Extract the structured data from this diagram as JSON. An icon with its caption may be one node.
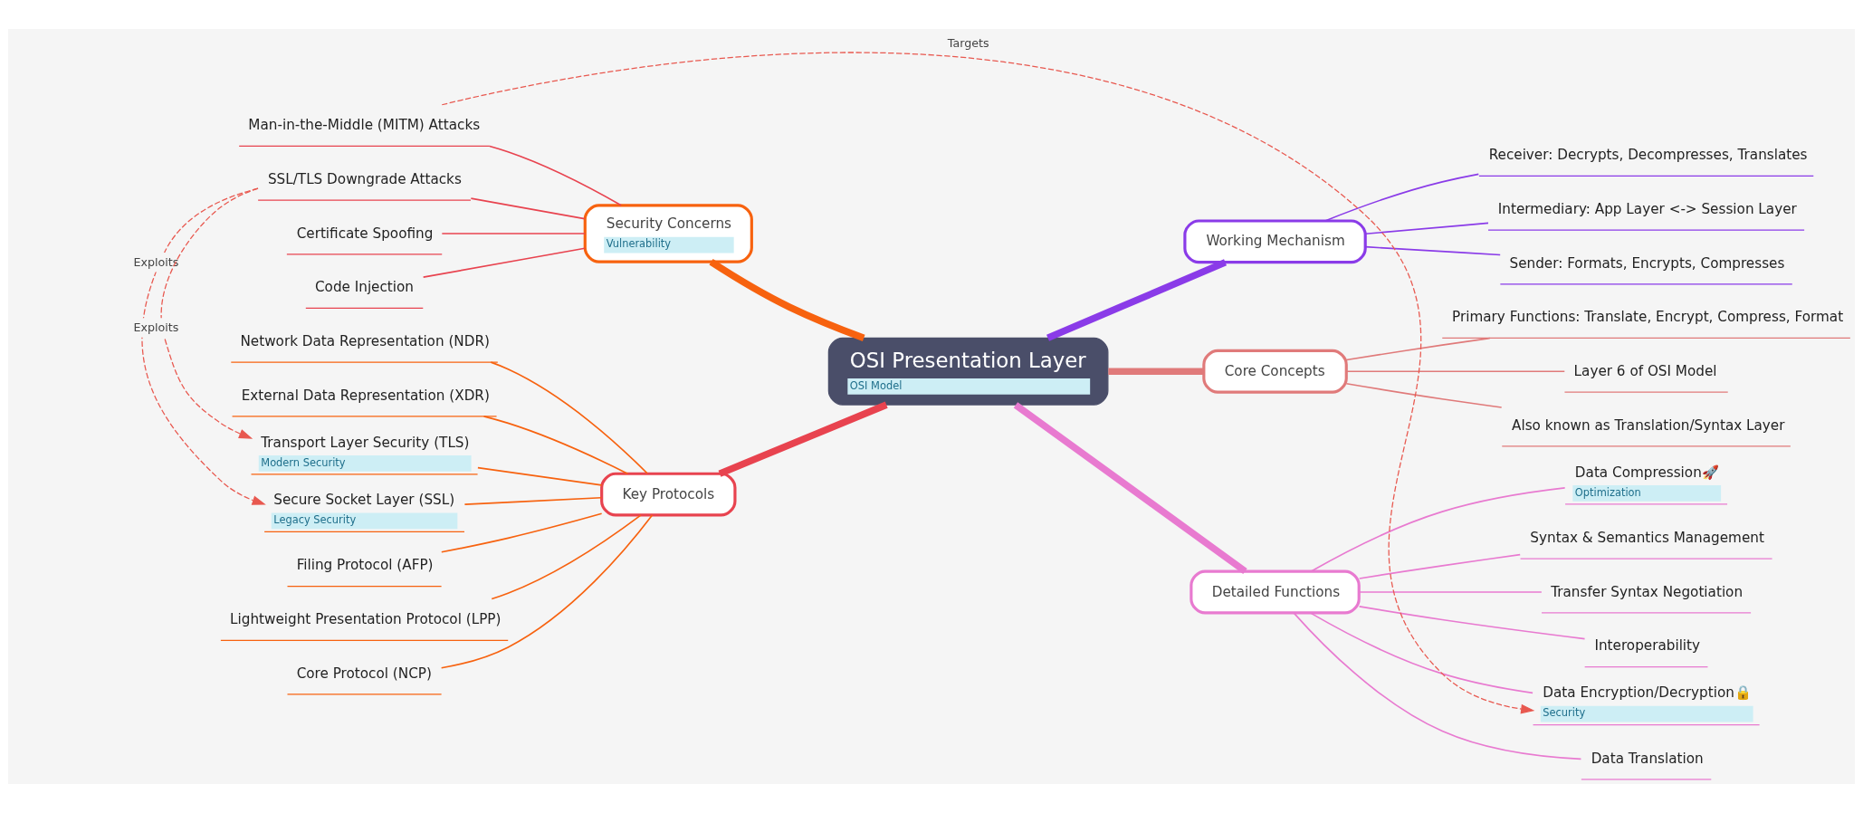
{
  "diagram": {
    "nodes": [
      {
        "text": [
          "OSI Presentation Layer",
          "OSI Model"
        ]
      },
      {
        "text": [
          "Core Concepts"
        ]
      },
      {
        "text": [
          "Layer 6 of OSI Model"
        ]
      },
      {
        "text": [
          "Also known as Translation/Syntax Layer"
        ]
      },
      {
        "text": [
          "Primary Functions: Translate, Encrypt, Compress, Format"
        ]
      },
      {
        "text": [
          "Detailed Functions"
        ]
      },
      {
        "text": [
          "Data Translation"
        ]
      },
      {
        "text": [
          "Data Compression🚀",
          "Optimization"
        ]
      },
      {
        "text": [
          "Data Encryption/Decryption🔒",
          "Security"
        ]
      },
      {
        "text": [
          "Syntax & Semantics Management"
        ]
      },
      {
        "text": [
          "Transfer Syntax Negotiation"
        ]
      },
      {
        "text": [
          "Interoperability"
        ]
      },
      {
        "text": [
          "Working Mechanism"
        ]
      },
      {
        "text": [
          "Intermediary: App Layer <-> Session Layer"
        ]
      },
      {
        "text": [
          "Sender: Formats, Encrypts, Compresses"
        ]
      },
      {
        "text": [
          "Receiver: Decrypts, Decompresses, Translates"
        ]
      },
      {
        "text": [
          "Security Concerns",
          "Vulnerability"
        ]
      },
      {
        "text": [
          "Man-in-the-Middle (MITM) Attacks"
        ]
      },
      {
        "text": [
          "SSL/TLS Downgrade Attacks"
        ]
      },
      {
        "text": [
          "Certificate Spoofing"
        ]
      },
      {
        "text": [
          "Code Injection"
        ]
      },
      {
        "text": [
          "Key Protocols"
        ]
      },
      {
        "text": [
          "Filing Protocol (AFP)"
        ]
      },
      {
        "text": [
          "Lightweight Presentation Protocol (LPP)"
        ]
      },
      {
        "text": [
          "Core Protocol (NCP)"
        ]
      },
      {
        "text": [
          "Network Data Representation (NDR)"
        ]
      },
      {
        "text": [
          "External Data Representation (XDR)"
        ]
      },
      {
        "text": [
          "Secure Socket Layer (SSL)",
          "Legacy Security"
        ]
      },
      {
        "text": [
          "Transport Layer Security (TLS)",
          "Modern Security"
        ]
      }
    ],
    "edges": [
      {
        "from": 0,
        "to": 1,
        "arrow": "none",
        "style": "thick",
        "color": "#e07a7a"
      },
      {
        "from": 1,
        "to": 2,
        "arrow": "none",
        "color": "#e07a7a"
      },
      {
        "from": 1,
        "to": 3,
        "arrow": "none",
        "color": "#e07a7a"
      },
      {
        "from": 1,
        "to": 4,
        "arrow": "none",
        "color": "#e07a7a"
      },
      {
        "from": 0,
        "to": 5,
        "arrow": "none",
        "style": "thick",
        "color": "#e87ad0"
      },
      {
        "from": 5,
        "to": 6,
        "arrow": "none",
        "color": "#e87ad0"
      },
      {
        "from": 5,
        "to": 7,
        "arrow": "none",
        "color": "#e87ad0"
      },
      {
        "from": 5,
        "to": 8,
        "arrow": "none",
        "color": "#e87ad0"
      },
      {
        "from": 5,
        "to": 9,
        "arrow": "none",
        "color": "#e87ad0"
      },
      {
        "from": 5,
        "to": 10,
        "arrow": "none",
        "color": "#e87ad0"
      },
      {
        "from": 5,
        "to": 11,
        "arrow": "none",
        "color": "#e87ad0"
      },
      {
        "from": 0,
        "to": 12,
        "arrow": "none",
        "style": "thick",
        "color": "#8a3be8"
      },
      {
        "from": 12,
        "to": 13,
        "arrow": "none",
        "color": "#8a3be8"
      },
      {
        "from": 12,
        "to": 14,
        "arrow": "none",
        "color": "#8a3be8"
      },
      {
        "from": 12,
        "to": 15,
        "arrow": "none",
        "color": "#8a3be8"
      },
      {
        "from": 16,
        "to": 0,
        "arrow": "none",
        "style": "thick",
        "color": "#f7620f"
      },
      {
        "from": 17,
        "to": 16,
        "arrow": "none",
        "color": "#e8434f"
      },
      {
        "from": 18,
        "to": 16,
        "arrow": "none",
        "color": "#e8434f"
      },
      {
        "from": 19,
        "to": 16,
        "arrow": "none",
        "color": "#e8434f"
      },
      {
        "from": 20,
        "to": 16,
        "arrow": "none",
        "color": "#e8434f"
      },
      {
        "from": 21,
        "to": 0,
        "arrow": "none",
        "style": "thick",
        "color": "#e8434f"
      },
      {
        "from": 22,
        "to": 21,
        "arrow": "none",
        "color": "#f7620f"
      },
      {
        "from": 23,
        "to": 21,
        "arrow": "none",
        "color": "#f7620f"
      },
      {
        "from": 24,
        "to": 21,
        "arrow": "none",
        "color": "#f7620f"
      },
      {
        "from": 25,
        "to": 21,
        "arrow": "none",
        "color": "#f7620f"
      },
      {
        "from": 26,
        "to": 21,
        "arrow": "none",
        "color": "#f7620f"
      },
      {
        "from": 27,
        "to": 21,
        "arrow": "none",
        "color": "#f7620f"
      },
      {
        "from": 28,
        "to": 21,
        "arrow": "none",
        "color": "#f7620f"
      },
      {
        "from": 17,
        "to": 8,
        "arrow": "to",
        "label": "Targets",
        "style": "dashed",
        "color": "#e8584f"
      },
      {
        "from": 18,
        "to": 27,
        "arrow": "to",
        "label": "Exploits",
        "style": "dashed",
        "color": "#e8584f"
      },
      {
        "from": 18,
        "to": 28,
        "arrow": "to",
        "label": "Exploits",
        "style": "dashed",
        "color": "#e8584f"
      }
    ]
  }
}
